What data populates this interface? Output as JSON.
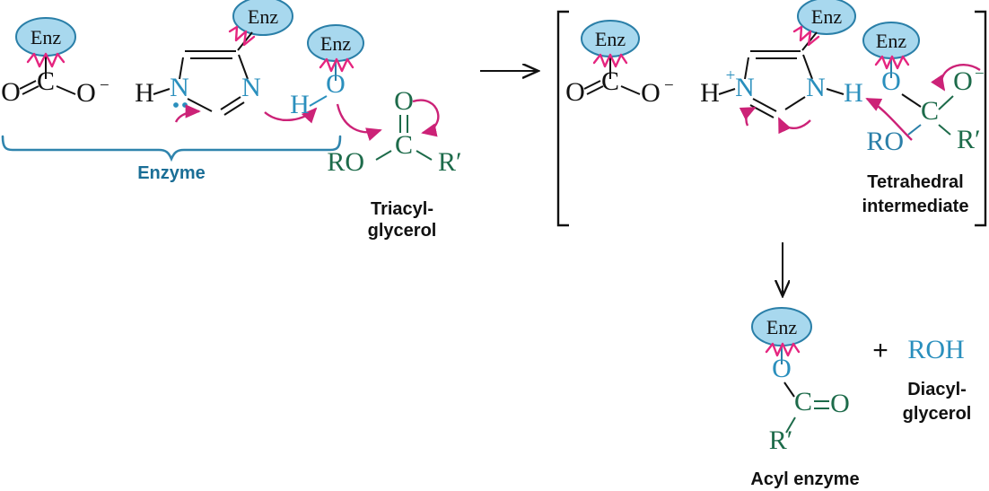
{
  "figure": {
    "title": "Lipase acylation mechanism — catalytic triad",
    "colors": {
      "enz_fill": "#a8d8ee",
      "enz_stroke": "#2a7fa8",
      "squiggle": "#e5257f",
      "arrow_pink": "#cc2277",
      "blue": "#2a8fbd",
      "teal": "#2a7fa8",
      "green": "#1d6b4a",
      "black": "#111111",
      "brace": "#2f84ad",
      "brace_text": "#1a6e96"
    }
  },
  "reactants": {
    "aspartate": {
      "enz_label": "Enz",
      "carbon": "C",
      "oxygen_double": "O",
      "oxygen_minus": "O",
      "charge": "−"
    },
    "histidine": {
      "enz_label": "Enz",
      "n_left": "N",
      "n_right": "N",
      "h_left": "H"
    },
    "serine": {
      "enz_label": "Enz",
      "oxygen": "O",
      "hydrogen": "H"
    },
    "enzyme_brace_label": "Enzyme",
    "substrate": {
      "carbonyl_o": "O",
      "carbon": "C",
      "ro_group": "RO",
      "r_prime": "R′",
      "name_line1": "Triacyl-",
      "name_line2": "glycerol"
    }
  },
  "intermediate": {
    "aspartate": {
      "enz_label": "Enz",
      "carbon": "C",
      "oxygen_double": "O",
      "oxygen_minus": "O",
      "charge": "−"
    },
    "histidine": {
      "enz_label": "Enz",
      "n_left": "N",
      "n_right": "N",
      "h_left": "H",
      "h_right": "H",
      "plus_charge": "+"
    },
    "serine": {
      "enz_label": "Enz",
      "oxygen": "O"
    },
    "tetrahedral_center": {
      "carbon": "C",
      "oxanion": "O",
      "oxanion_charge": "−",
      "ro_group": "RO",
      "r_prime": "R′"
    },
    "name_line1": "Tetrahedral",
    "name_line2": "intermediate"
  },
  "products": {
    "acyl_enzyme": {
      "enz_label": "Enz",
      "oxygen_ester": "O",
      "carbon": "C",
      "carbonyl_o": "O",
      "r_prime": "R′",
      "name": "Acyl enzyme"
    },
    "plus_sign": "+",
    "leaving_group": {
      "formula": "ROH",
      "name_line1": "Diacyl-",
      "name_line2": "glycerol"
    }
  }
}
